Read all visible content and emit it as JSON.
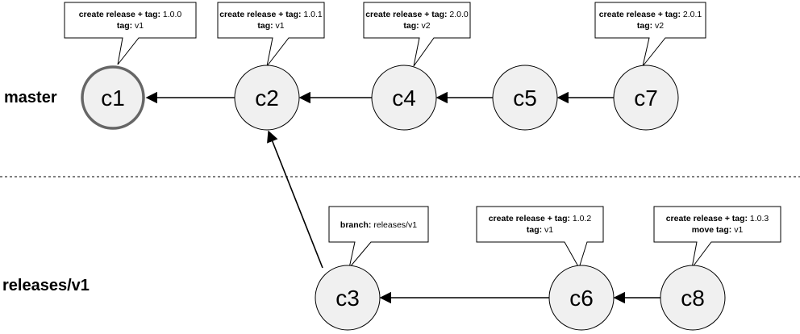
{
  "lanes": {
    "master": "master",
    "releases": "releases/v1"
  },
  "nodes": {
    "c1": "c1",
    "c2": "c2",
    "c3": "c3",
    "c4": "c4",
    "c5": "c5",
    "c6": "c6",
    "c7": "c7",
    "c8": "c8"
  },
  "callouts": {
    "c1": {
      "line1_key": "create release + tag:",
      "line1_val": " 1.0.0",
      "line2_key": "tag:",
      "line2_val": " v1"
    },
    "c2": {
      "line1_key": "create release + tag:",
      "line1_val": " 1.0.1",
      "line2_key": "tag:",
      "line2_val": " v1"
    },
    "c4": {
      "line1_key": "create release + tag:",
      "line1_val": " 2.0.0",
      "line2_key": "tag:",
      "line2_val": " v2"
    },
    "c7": {
      "line1_key": "create release + tag:",
      "line1_val": " 2.0.1",
      "line2_key": "tag:",
      "line2_val": " v2"
    },
    "c3": {
      "line1_key": "branch:",
      "line1_val": " releases/v1"
    },
    "c6": {
      "line1_key": "create release + tag:",
      "line1_val": " 1.0.2",
      "line2_key": "tag:",
      "line2_val": " v1"
    },
    "c8": {
      "line1_key": "create release + tag:",
      "line1_val": " 1.0.3",
      "line2_key": "move tag:",
      "line2_val": " v1"
    }
  },
  "colors": {
    "node_fill": "#f0f0f0",
    "node_stroke": "#000000",
    "highlight_stroke": "#666666",
    "divider": "#000000"
  }
}
